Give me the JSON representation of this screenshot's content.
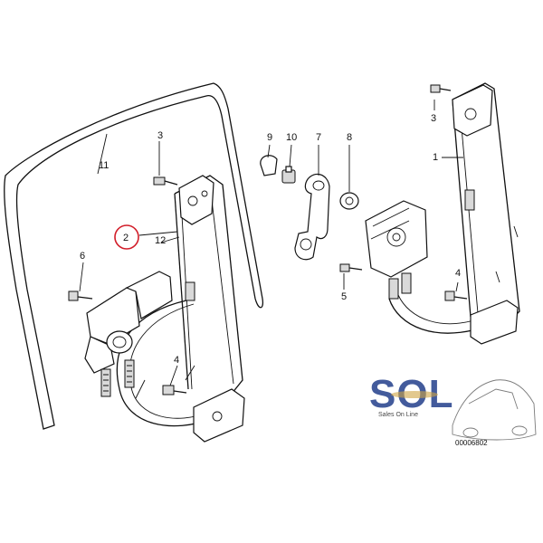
{
  "callouts": {
    "c1": "1",
    "c2": "2",
    "c3a": "3",
    "c3b": "3",
    "c4a": "4",
    "c4b": "4",
    "c5": "5",
    "c6": "6",
    "c7": "7",
    "c8": "8",
    "c9": "9",
    "c10": "10",
    "c11": "11",
    "c12": "12"
  },
  "highlighted_callout": "2",
  "logo": {
    "brand": "SOL",
    "tagline": "Sales On Line"
  },
  "diagram_code": "00006802",
  "colors": {
    "highlight_ring": "#d21e2a",
    "logo_blue": "#2f4a92",
    "logo_gold": "#c99a2e"
  }
}
